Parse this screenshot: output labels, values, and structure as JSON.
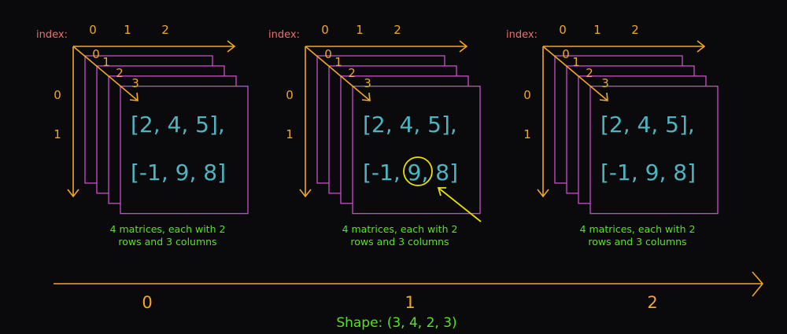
{
  "colors": {
    "background": "#0a0a0c",
    "axis": "#f0a628",
    "matrix_border": "#c84fc8",
    "matrix_text": "#4fb3c0",
    "index_label": "#e8706e",
    "caption": "#57e21f",
    "highlight": "#e8e000"
  },
  "index_label": "index:",
  "column_indices": [
    "0",
    "1",
    "2"
  ],
  "row_indices": [
    "0",
    "1"
  ],
  "depth_indices": [
    "0",
    "1",
    "2",
    "3"
  ],
  "matrix_rows": [
    "[2,  4,  5],",
    "[-1, 9,  8]"
  ],
  "caption_line1": "4 matrices, each with 2",
  "caption_line2": "rows and 3 columns",
  "highlight_group": 1,
  "bottom_axis_labels": [
    "0",
    "1",
    "2"
  ],
  "shape_label": "Shape: (3, 4, 2, 3)"
}
